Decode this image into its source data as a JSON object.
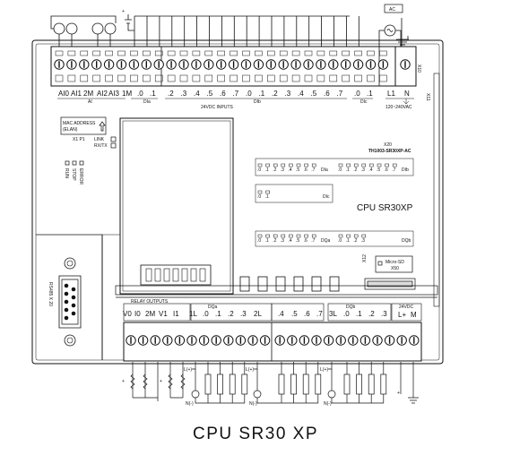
{
  "caption": "CPU SR30 XP",
  "model_label": "CPU SR30XP",
  "order_number": "TH1003-SR30XP-AC",
  "x20_label": "X20",
  "x10_label": "X10",
  "x11_label": "X11",
  "x12_label": "X12",
  "x50_label": "X50",
  "micro_sd_label": "Micro-SD",
  "rs485_label": "RS485 X 20",
  "mac_label_1": "MAC ADDRESS",
  "mac_label_2": "(ELAN)",
  "x1_p1": "X1 P1",
  "link_label": "LINK",
  "rxtx_label": "RX/TX",
  "status_leds": [
    "RUN",
    "STOP",
    "ERROR"
  ],
  "inputs_caption": "24VDC INPUTS",
  "supply_caption": "120~240VAC",
  "relay_caption": "RELAY OUTPUTS",
  "supply_24v": "24VDC",
  "ac_label": "AC",
  "top_terminals": {
    "analog": [
      "AI0",
      "AI1",
      "2M",
      "AI2",
      "AI3"
    ],
    "group_a": [
      ".0",
      ".1"
    ],
    "group_b": [
      ".2",
      ".3",
      ".4",
      ".5",
      ".6",
      ".7",
      ".0",
      ".1",
      ".2",
      ".3",
      ".4",
      ".5",
      ".6",
      ".7"
    ],
    "group_c": [
      ".0",
      ".1"
    ],
    "power": [
      "L1",
      "N"
    ],
    "one_m": "1M",
    "group_names": [
      "AI",
      "DIa",
      "DIb",
      "DIc"
    ]
  },
  "bottom_terminals": {
    "analog": [
      "V0",
      "I0",
      "2M",
      "V1",
      "I1"
    ],
    "group_a": [
      "1L",
      ".0",
      ".1",
      ".2",
      ".3",
      "2L"
    ],
    "group_a2": [
      ".4",
      ".5",
      ".6",
      ".7"
    ],
    "group_b": [
      "3L",
      ".0",
      ".1",
      ".2",
      ".3"
    ],
    "power": [
      "L+",
      "M"
    ],
    "group_names": [
      "DQa",
      "DQb"
    ]
  },
  "led_rows": {
    "dia": [
      ".0",
      ".1",
      ".2",
      ".3",
      ".4",
      ".5",
      ".6",
      ".7"
    ],
    "dia_tag": "DIa",
    "dib": [
      ".0",
      ".1",
      ".2",
      ".3",
      ".4",
      ".5",
      ".6",
      ".7"
    ],
    "dib_tag": "DIb",
    "dic": [
      ".0",
      ".1"
    ],
    "dic_tag": "DIc",
    "dqa": [
      ".0",
      ".1",
      ".2",
      ".3",
      ".4",
      ".5",
      ".6",
      ".7"
    ],
    "dqa_tag": "DQa",
    "dqb": [
      ".0",
      ".1",
      ".2",
      ".3"
    ],
    "dqb_tag": "DQb"
  },
  "wiring_labels": {
    "load": "L(+)",
    "neutral": "N(-)",
    "plus": "+"
  }
}
